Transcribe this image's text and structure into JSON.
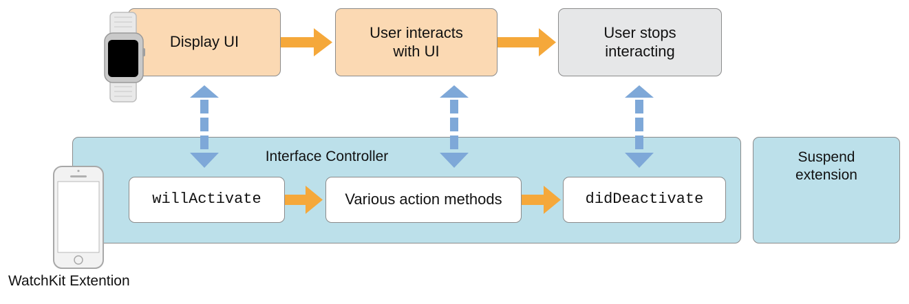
{
  "watch_side": {
    "steps": [
      {
        "label": "Display UI",
        "color": "#fbd9b3"
      },
      {
        "label": "User interacts\nwith UI",
        "color": "#fbd9b3"
      },
      {
        "label": "User stops\ninteracting",
        "color": "#e6e7e8"
      }
    ]
  },
  "extension_side": {
    "panel_title": "Interface Controller",
    "methods": [
      {
        "label": "willActivate"
      },
      {
        "label": "Various action methods"
      },
      {
        "label": "didDeactivate"
      }
    ],
    "suspend_label": "Suspend\nextension",
    "footer_label": "WatchKit Extention"
  },
  "colors": {
    "flow_arrow": "#f5a83a",
    "sync_arrow": "#7ea8d8",
    "panel": "#bce0ea"
  },
  "icons": [
    "apple-watch-icon",
    "iphone-icon"
  ]
}
